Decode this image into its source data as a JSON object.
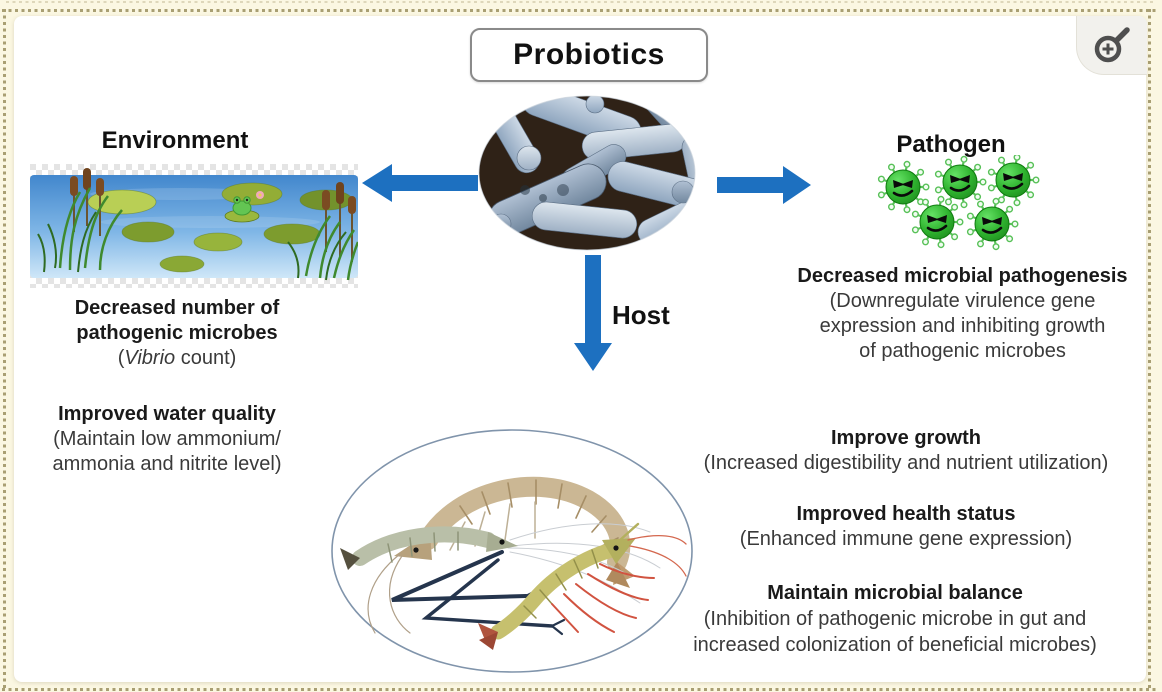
{
  "title": {
    "label": "Probiotics"
  },
  "toolbar": {
    "zoom_icon": "magnifier-plus"
  },
  "center": {
    "host_label": "Host"
  },
  "environment": {
    "heading": "Environment",
    "block1": {
      "line1": "Decreased number of",
      "line2": "pathogenic microbes",
      "vib_pre": "(",
      "vib_italic": "Vibrio",
      "vib_post": " count)"
    },
    "block2": {
      "title": "Improved water quality",
      "line1": "(Maintain low ammonium/",
      "line2": "ammonia and nitrite level)"
    }
  },
  "pathogen": {
    "heading": "Pathogen",
    "block": {
      "title": "Decreased microbial pathogenesis",
      "line1": "(Downregulate virulence gene",
      "line2": "expression and inhibiting growth",
      "line3": "of pathogenic microbes"
    }
  },
  "host": {
    "block1": {
      "title": "Improve growth",
      "line1": "(Increased digestibility and nutrient utilization)"
    },
    "block2": {
      "title": "Improved health status",
      "line1": "(Enhanced immune gene expression)"
    },
    "block3": {
      "title": "Maintain microbial balance",
      "line1": "(Inhibition of pathogenic microbe in gut and",
      "line2": "increased colonization of beneficial microbes)"
    }
  },
  "colors": {
    "arrow_blue": "#1d70c0",
    "pathogen_green": "#2aa82a",
    "water_blue": "#4287cd",
    "dotted_border": "#a99f73",
    "host_ellipse_stroke": "#8094ab",
    "page_cream": "#fbf7e2"
  }
}
